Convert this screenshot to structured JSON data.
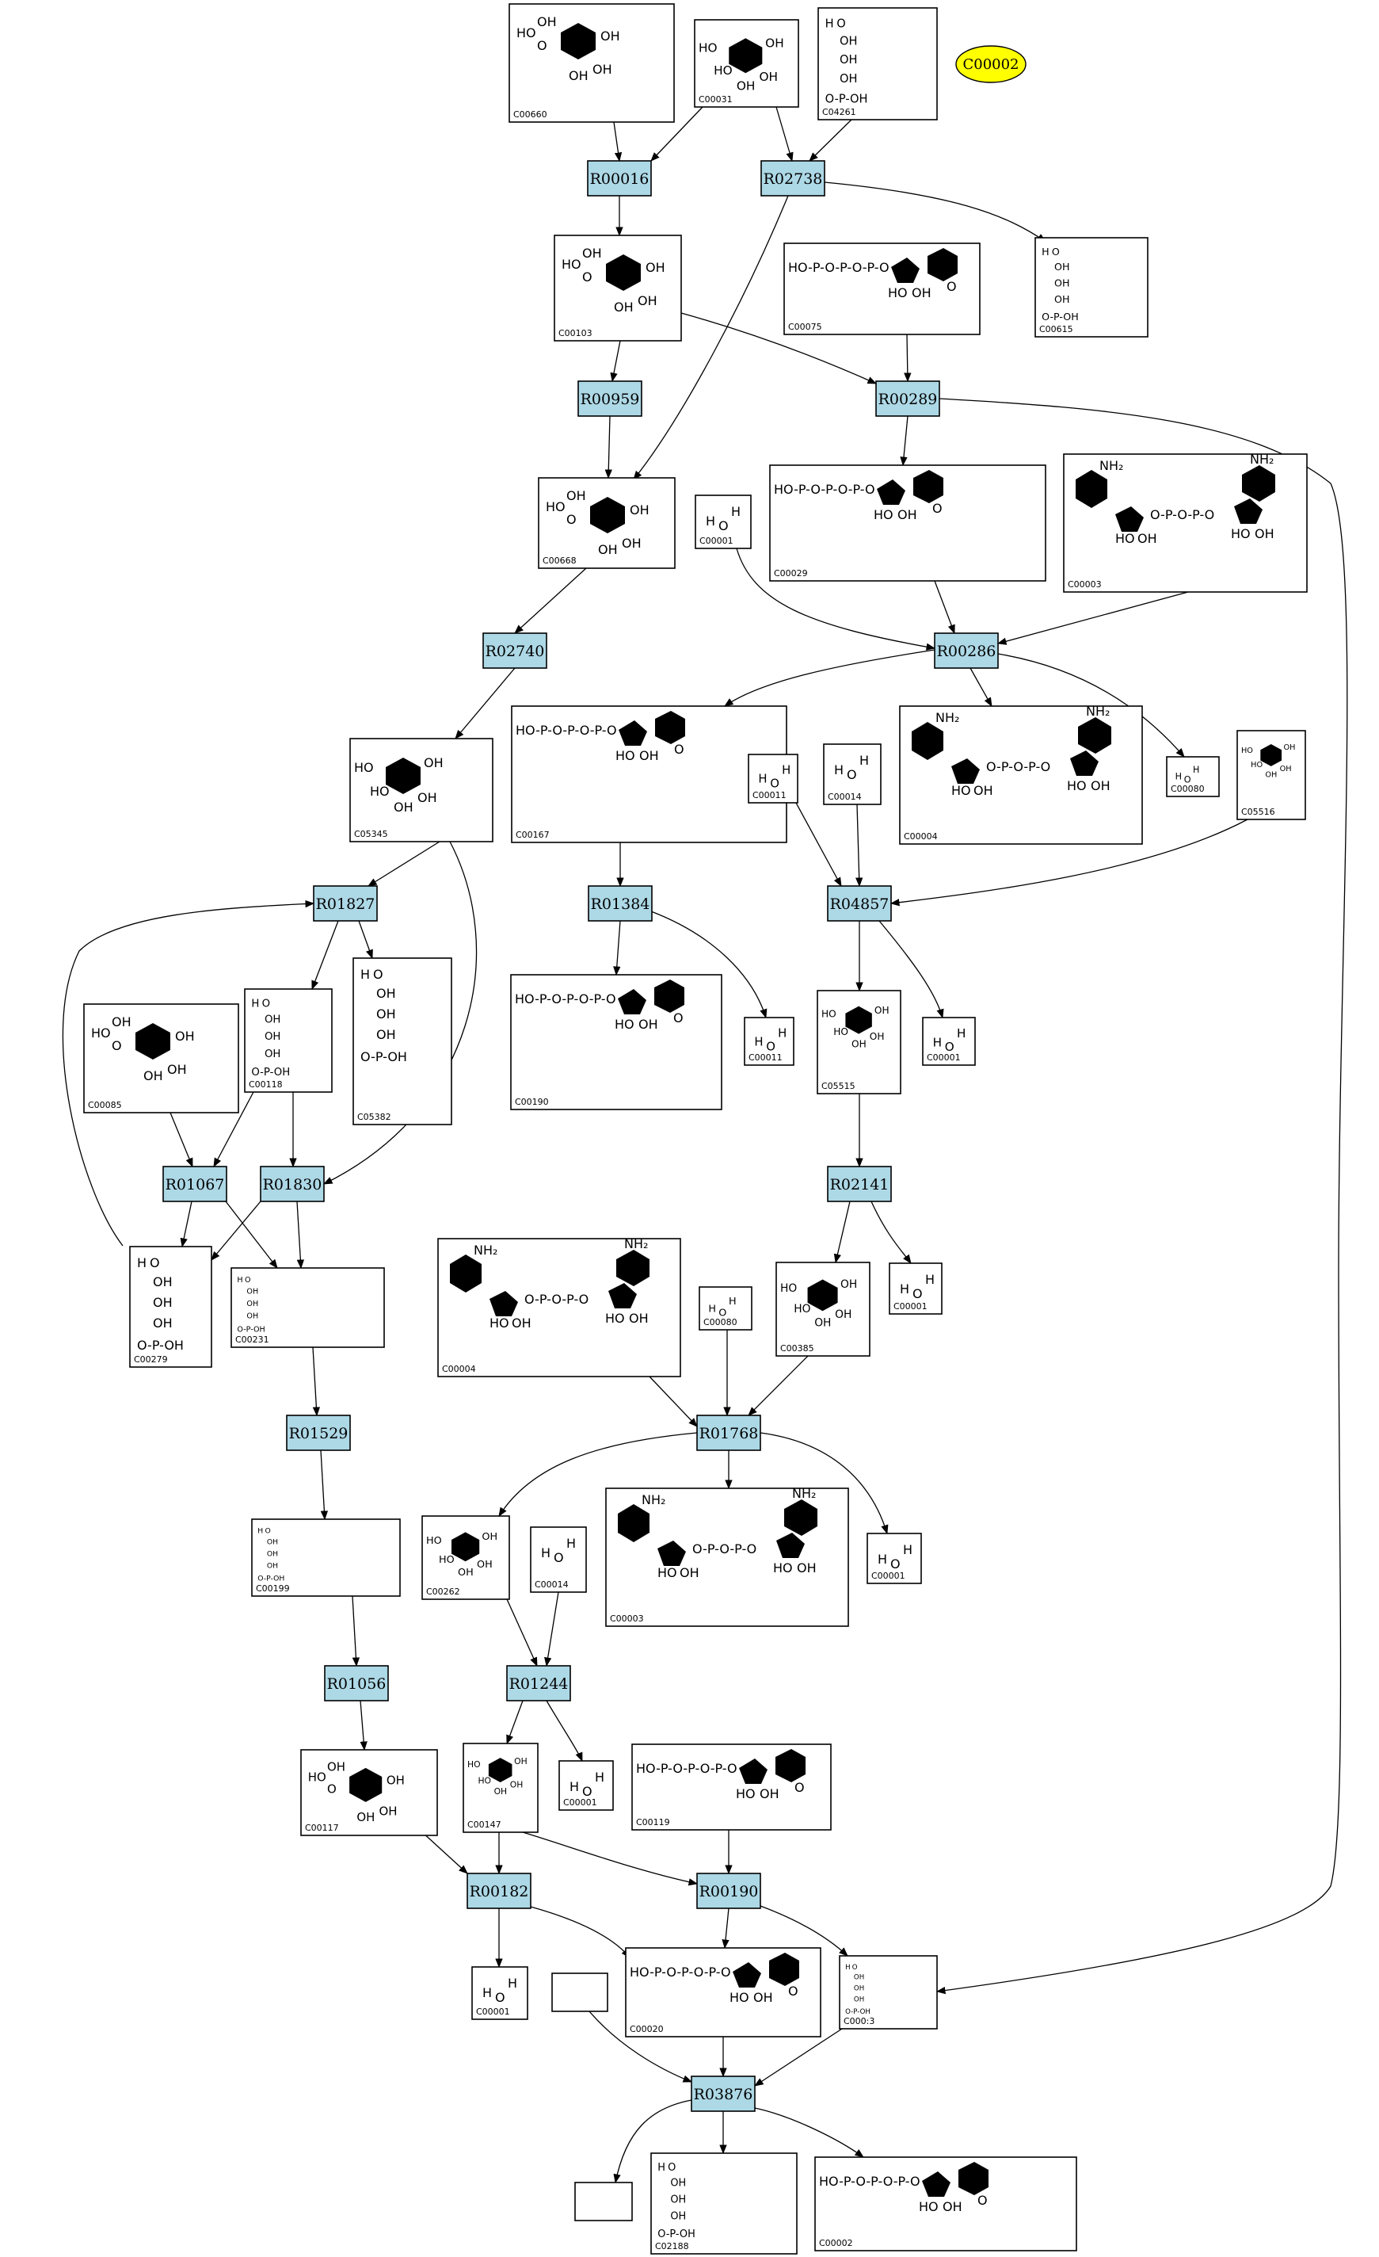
{
  "reactions": [
    "R00016",
    "R02738",
    "R00959",
    "R00289",
    "R02740",
    "R00286",
    "R01827",
    "R01384",
    "R04857",
    "R01067",
    "R01830",
    "R02141",
    "R01529",
    "R01768",
    "R01056",
    "R01244",
    "R00182",
    "R00190",
    "R03876"
  ],
  "compounds": {
    "C00660": "C00660",
    "C00031": "C00031",
    "C04261": "C04261",
    "C00103": "C00103",
    "C00075": "C00075",
    "C00615": "C00615",
    "C00668": "C00668",
    "C00001": "C00001",
    "C00029": "C00029",
    "C00003": "C00003",
    "C05345": "C05345",
    "C00167": "C00167",
    "C00011": "C00011",
    "C00014": "C00014",
    "C00004": "C00004",
    "C00080": "C00080",
    "C05516": "C05516",
    "C00085": "C00085",
    "C00118": "C00118",
    "C05382": "C05382",
    "C00190": "C00190",
    "C05515": "C05515",
    "C00279": "C00279",
    "C00231": "C00231",
    "C00385": "C00385",
    "C00199": "C00199",
    "C00262": "C00262",
    "C00117": "C00117",
    "C00147": "C00147",
    "C00119": "C00119",
    "C00020": "C00020",
    "C00013": "C000:3",
    "C02188": "C02188",
    "C00002": "C00002"
  },
  "highlight": {
    "label": "C00002",
    "fill": "#ffff00"
  },
  "colors": {
    "reaction_fill": "#add8e6",
    "stroke": "#000000"
  }
}
